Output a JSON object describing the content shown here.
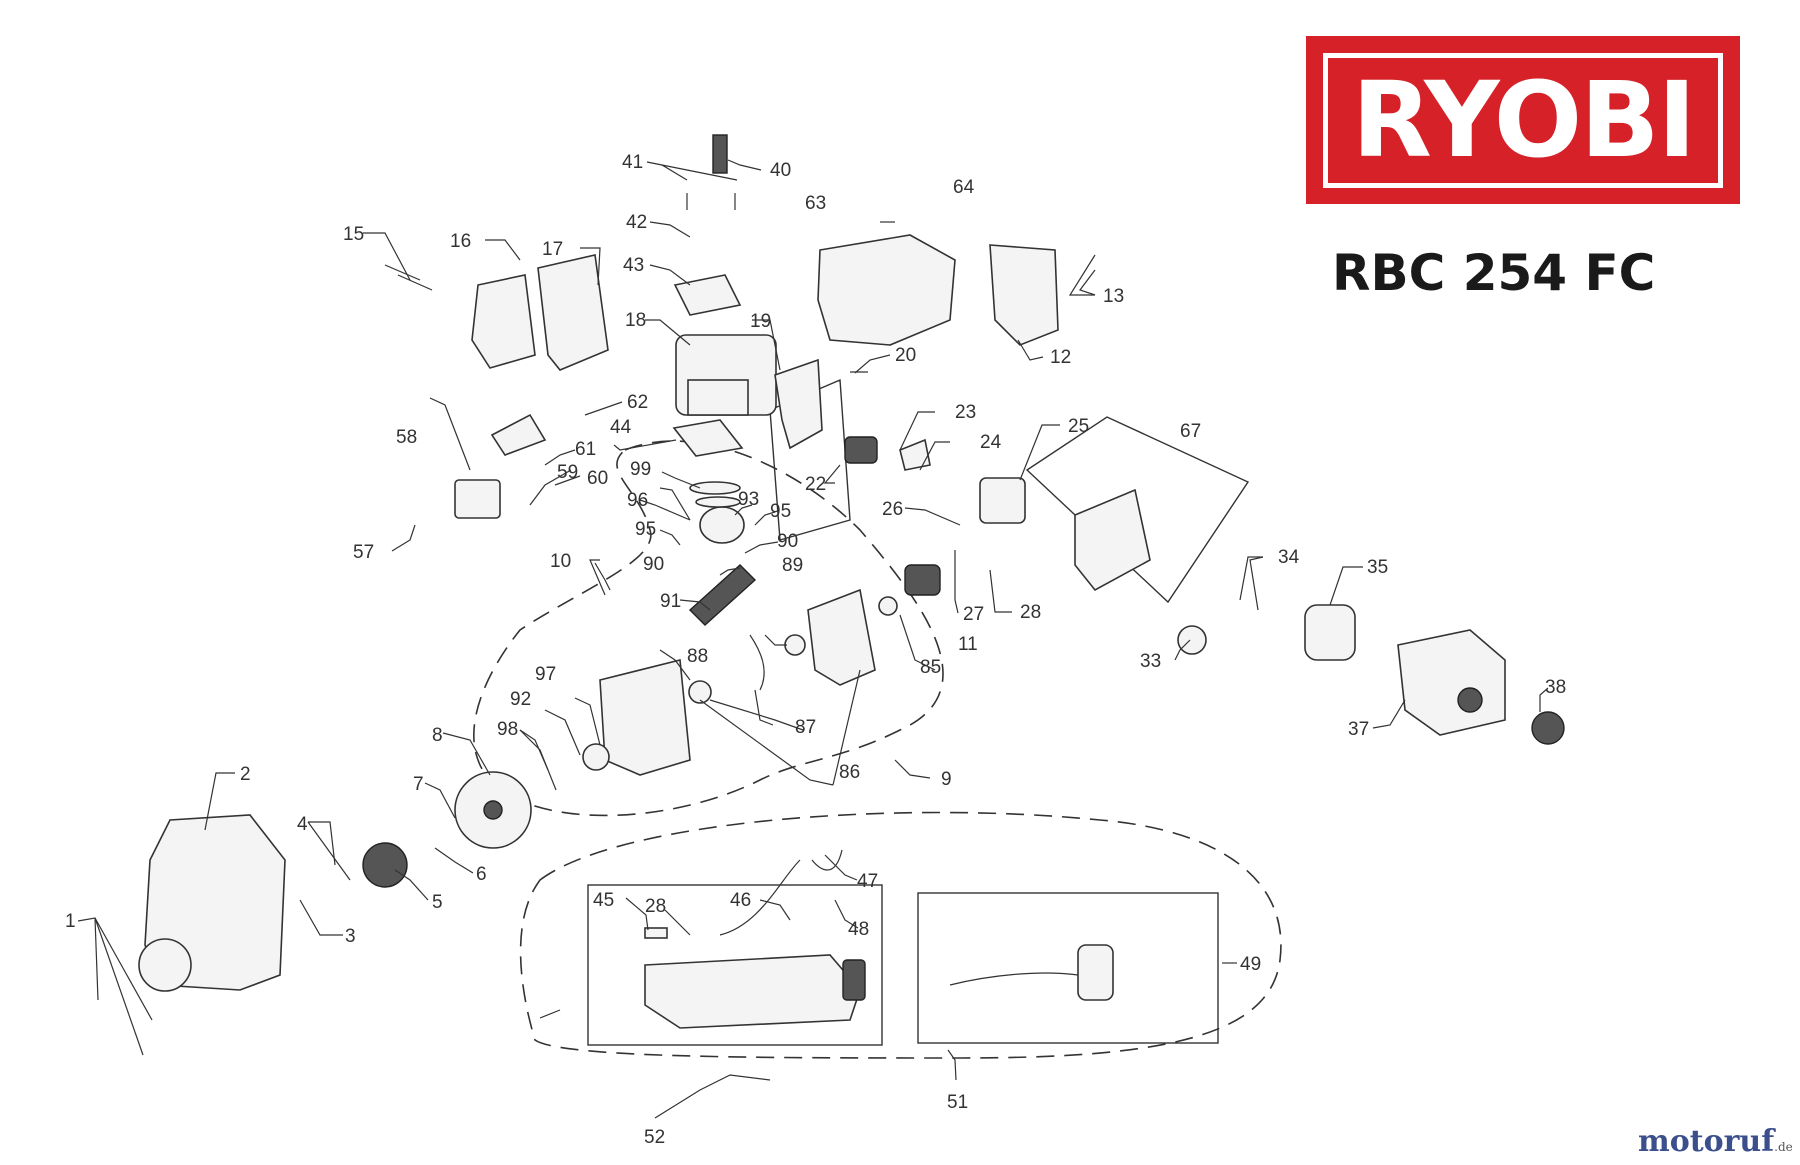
{
  "brand": {
    "logo": "RYOBI",
    "color": "#d62128"
  },
  "model": "RBC 254 FC",
  "watermark": {
    "name": "motoruf",
    "tld": ".de"
  },
  "labels": [
    "1",
    "2",
    "3",
    "4",
    "5",
    "6",
    "7",
    "8",
    "9",
    "10",
    "11",
    "12",
    "13",
    "15",
    "16",
    "17",
    "18",
    "19",
    "20",
    "22",
    "23",
    "24",
    "25",
    "26",
    "27",
    "28",
    "33",
    "34",
    "35",
    "37",
    "38",
    "40",
    "41",
    "42",
    "43",
    "44",
    "45",
    "28",
    "46",
    "47",
    "48",
    "49",
    "51",
    "52",
    "57",
    "58",
    "59",
    "60",
    "61",
    "62",
    "63",
    "64",
    "67",
    "85",
    "86",
    "87",
    "88",
    "89",
    "90",
    "90",
    "91",
    "92",
    "93",
    "95",
    "95",
    "96",
    "97",
    "98",
    "99"
  ]
}
